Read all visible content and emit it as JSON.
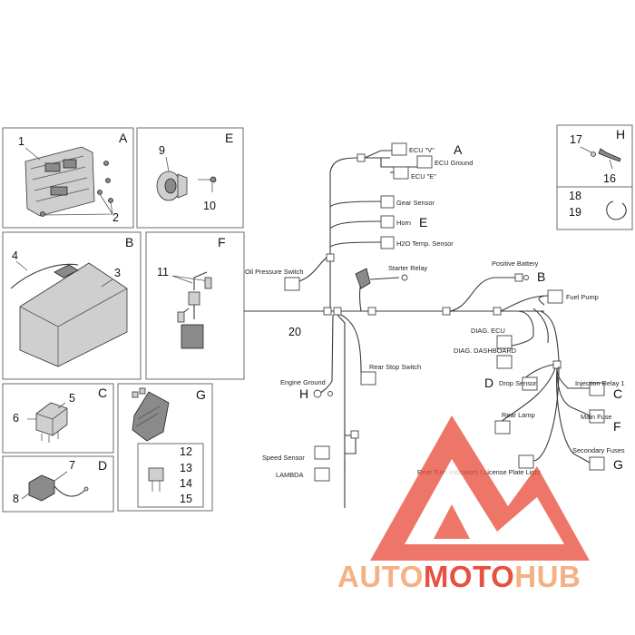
{
  "panels": {
    "A": {
      "letter": "A",
      "nums": [
        "1",
        "2"
      ]
    },
    "E": {
      "letter": "E",
      "nums": [
        "9",
        "10"
      ]
    },
    "H": {
      "letter": "H",
      "nums": [
        "17",
        "16",
        "18",
        "19"
      ]
    },
    "B": {
      "letter": "B",
      "nums": [
        "4",
        "3"
      ]
    },
    "F": {
      "letter": "F",
      "nums": [
        "11"
      ]
    },
    "C": {
      "letter": "C",
      "nums": [
        "5",
        "6"
      ]
    },
    "G": {
      "letter": "G",
      "nums": [
        "12",
        "13",
        "14",
        "15"
      ]
    },
    "D": {
      "letter": "D",
      "nums": [
        "7",
        "8"
      ]
    }
  },
  "wiring": {
    "ecu_v": "ECU \"V\"",
    "ecu_ground": "ECU Ground",
    "ecu_e": "ECU \"E\"",
    "gear_sensor": "Gear Sensor",
    "horn": "Horn",
    "h2o_sensor": "H2O Temp. Sensor",
    "oil_pressure": "Oil Pressure Switch",
    "starter_relay": "Starter Relay",
    "positive_battery": "Positive Battery",
    "fuel_pump": "Fuel Pump",
    "diag_ecu": "DIAG. ECU",
    "diag_dashboard": "DIAG. DASHBOARD",
    "rear_stop": "Rear Stop Switch",
    "engine_ground": "Engine Ground",
    "drop_sensor": "Drop Sensor",
    "injection_relay": "Injection Relay 1",
    "rear_lamp": "Rear Lamp",
    "main_fuse": "Main Fuse",
    "secondary_fuses": "Secondary Fuses",
    "rear_turn": "Rear Turn Indicators / License Plate Light",
    "speed_sensor": "Speed Sensor",
    "lambda": "LAMBDA",
    "harness_num": "20",
    "letter_a": "A",
    "letter_e": "E",
    "letter_b": "B",
    "letter_h": "H",
    "letter_d": "D",
    "letter_c": "C",
    "letter_f": "F",
    "letter_g": "G"
  },
  "watermark": {
    "part1": "AUTO",
    "part2": "MOTO",
    "part3": "HUB",
    "color_orange": "#f4b183",
    "color_red": "#e8503f"
  }
}
